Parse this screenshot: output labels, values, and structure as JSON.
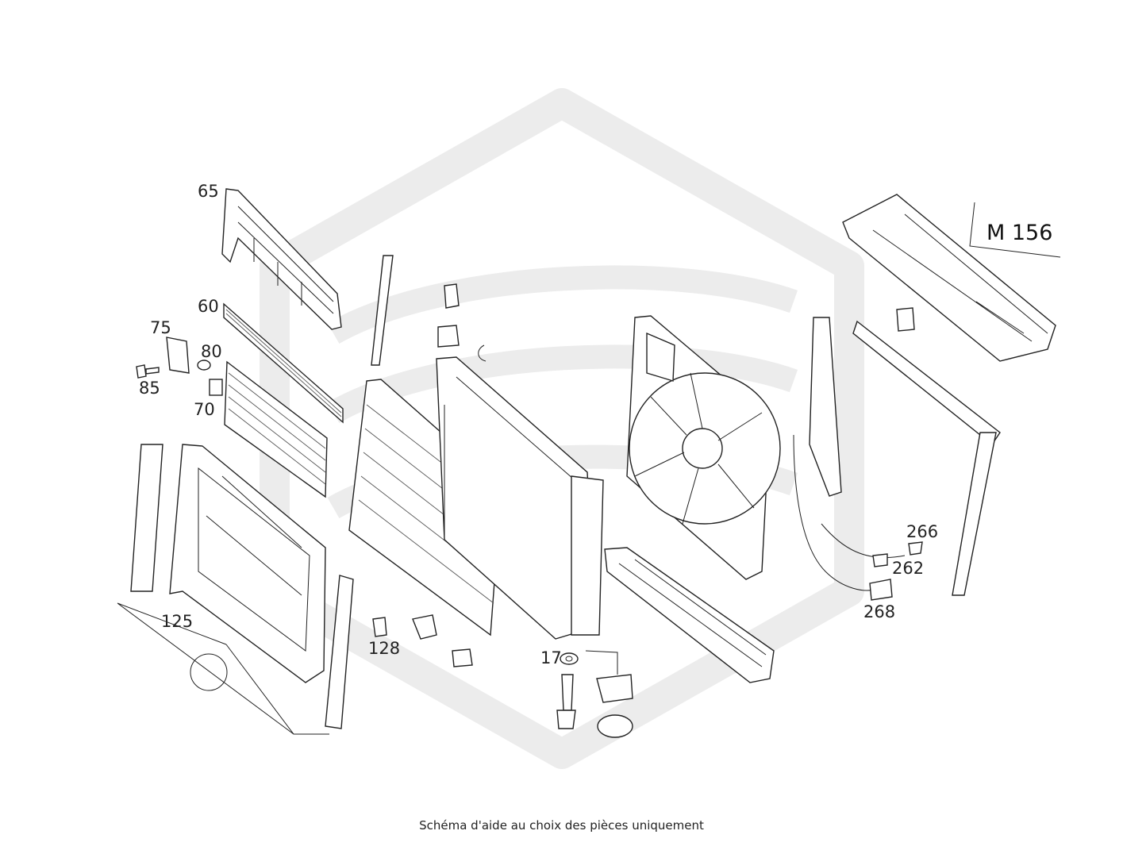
{
  "diagram": {
    "model_code": "M 156",
    "caption": "Schéma d'aide au choix des pièces uniquement",
    "watermark_icon": "logo-watermark-icon",
    "callouts": [
      {
        "id": "65",
        "label": "65"
      },
      {
        "id": "60",
        "label": "60"
      },
      {
        "id": "75",
        "label": "75"
      },
      {
        "id": "80",
        "label": "80"
      },
      {
        "id": "85",
        "label": "85"
      },
      {
        "id": "70",
        "label": "70"
      },
      {
        "id": "125",
        "label": "125"
      },
      {
        "id": "128",
        "label": "128"
      },
      {
        "id": "17",
        "label": "17"
      },
      {
        "id": "266",
        "label": "266"
      },
      {
        "id": "262",
        "label": "262"
      },
      {
        "id": "268",
        "label": "268"
      }
    ]
  }
}
